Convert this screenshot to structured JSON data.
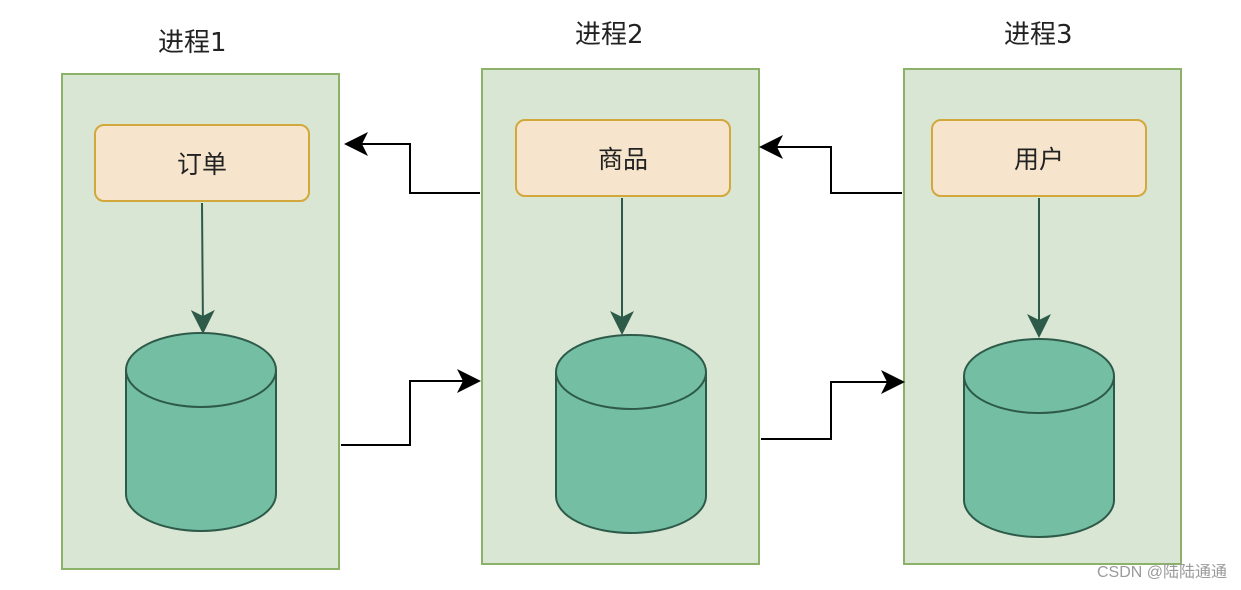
{
  "processes": [
    {
      "title": "进程1",
      "module": "订单"
    },
    {
      "title": "进程2",
      "module": "商品"
    },
    {
      "title": "进程3",
      "module": "用户"
    }
  ],
  "colors": {
    "lane_fill": "#d9e6d3",
    "lane_border": "#8cb26a",
    "module_fill": "#f6e5cc",
    "module_border": "#d2a83c",
    "db_fill": "#74bfa4",
    "db_stroke": "#2e5a4a",
    "arrow": "#000000",
    "inner_arrow": "#2e5a4a"
  },
  "watermark": "CSDN @陆陆通通"
}
